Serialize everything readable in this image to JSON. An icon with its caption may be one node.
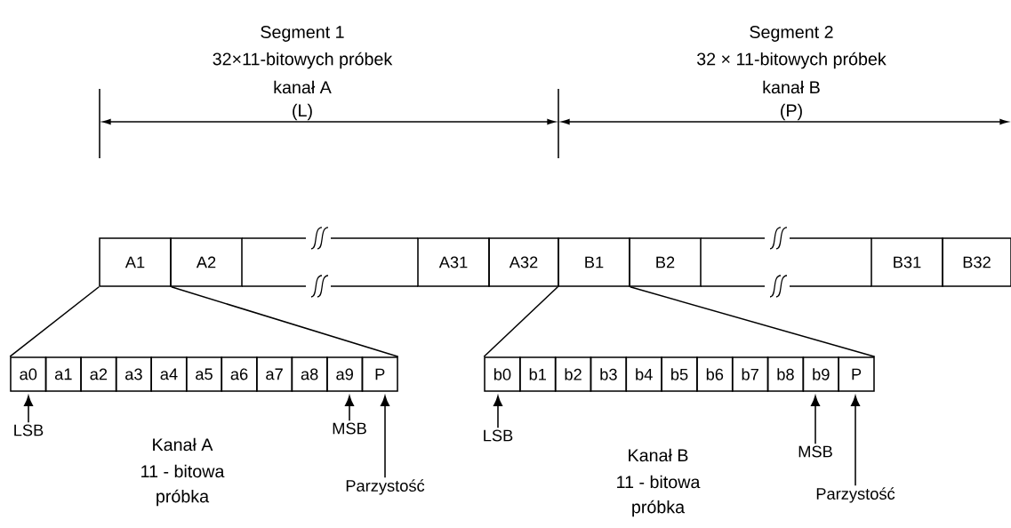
{
  "diagram": {
    "nodes": [
      {
        "text": [
          "A1"
        ]
      },
      {
        "text": [
          "A2"
        ]
      },
      {
        "text": [
          "A31"
        ]
      },
      {
        "text": [
          "A32"
        ]
      },
      {
        "text": [
          "B1"
        ]
      },
      {
        "text": [
          "B2"
        ]
      },
      {
        "text": [
          "B31"
        ]
      },
      {
        "text": [
          "B32"
        ]
      },
      {
        "text": [
          "a0"
        ]
      },
      {
        "text": [
          "a1"
        ]
      },
      {
        "text": [
          "a2"
        ]
      },
      {
        "text": [
          "a3"
        ]
      },
      {
        "text": [
          "a4"
        ]
      },
      {
        "text": [
          "a5"
        ]
      },
      {
        "text": [
          "a6"
        ]
      },
      {
        "text": [
          "a7"
        ]
      },
      {
        "text": [
          "a8"
        ]
      },
      {
        "text": [
          "a9"
        ]
      },
      {
        "text": [
          "P"
        ]
      },
      {
        "text": [
          "b0"
        ]
      },
      {
        "text": [
          "b1"
        ]
      },
      {
        "text": [
          "b2"
        ]
      },
      {
        "text": [
          "b3"
        ]
      },
      {
        "text": [
          "b4"
        ]
      },
      {
        "text": [
          "b5"
        ]
      },
      {
        "text": [
          "b6"
        ]
      },
      {
        "text": [
          "b7"
        ]
      },
      {
        "text": [
          "b8"
        ]
      },
      {
        "text": [
          "b9"
        ]
      },
      {
        "text": [
          "P"
        ]
      },
      {
        "text": [
          "LSB"
        ]
      },
      {
        "text": [
          "MSB"
        ]
      },
      {
        "text": [
          "Parzystość"
        ]
      },
      {
        "text": [
          "LSB"
        ]
      },
      {
        "text": [
          "MSB"
        ]
      },
      {
        "text": [
          "Parzystość"
        ]
      }
    ],
    "edges": [
      {
        "from": 0,
        "to": 8,
        "arrow": "none"
      },
      {
        "from": 0,
        "to": 18,
        "arrow": "none"
      },
      {
        "from": 4,
        "to": 19,
        "arrow": "none"
      },
      {
        "from": 4,
        "to": 29,
        "arrow": "none"
      },
      {
        "from": 30,
        "to": 8,
        "arrow": "to"
      },
      {
        "from": 31,
        "to": 17,
        "arrow": "to"
      },
      {
        "from": 32,
        "to": 18,
        "arrow": "to"
      },
      {
        "from": 33,
        "to": 19,
        "arrow": "to"
      },
      {
        "from": 34,
        "to": 28,
        "arrow": "to"
      },
      {
        "from": 35,
        "to": 29,
        "arrow": "to"
      }
    ],
    "labels": [
      "Segment 1",
      "32×11-bitowych próbek",
      "kanał A",
      "(L)",
      "Segment 2",
      "32 × 11-bitowych próbek",
      "kanał B",
      "(P)",
      "Kanał A",
      "11 - bitowa",
      "próbka",
      "Kanał B",
      "11 - bitowa",
      "próbka"
    ]
  }
}
